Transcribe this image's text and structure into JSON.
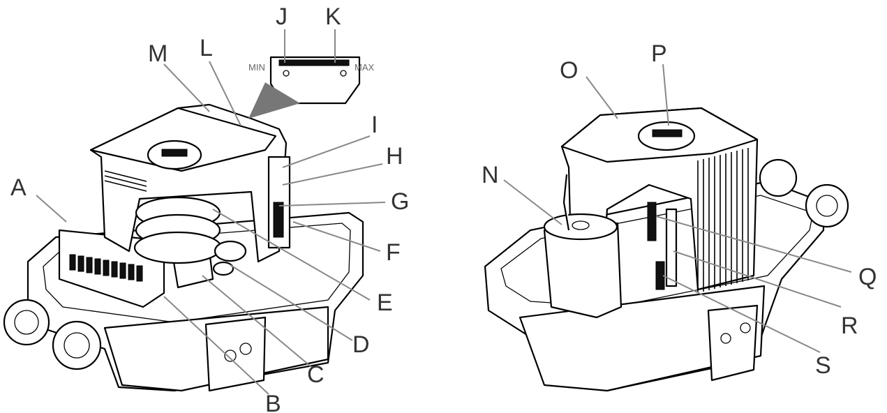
{
  "colors": {
    "labels": "#333333",
    "leader_lines": "#888888",
    "drawing": "#000000",
    "background": "#ffffff"
  },
  "left_view": {
    "labels": {
      "A": "A",
      "B": "B",
      "C": "C",
      "D": "D",
      "E": "E",
      "F": "F",
      "G": "G",
      "H": "H",
      "I": "I",
      "J": "J",
      "K": "K",
      "L": "L",
      "M": "M"
    },
    "inset": {
      "min": "MIN",
      "max": "MAX"
    }
  },
  "right_view": {
    "labels": {
      "N": "N",
      "O": "O",
      "P": "P",
      "Q": "Q",
      "R": "R",
      "S": "S"
    }
  }
}
